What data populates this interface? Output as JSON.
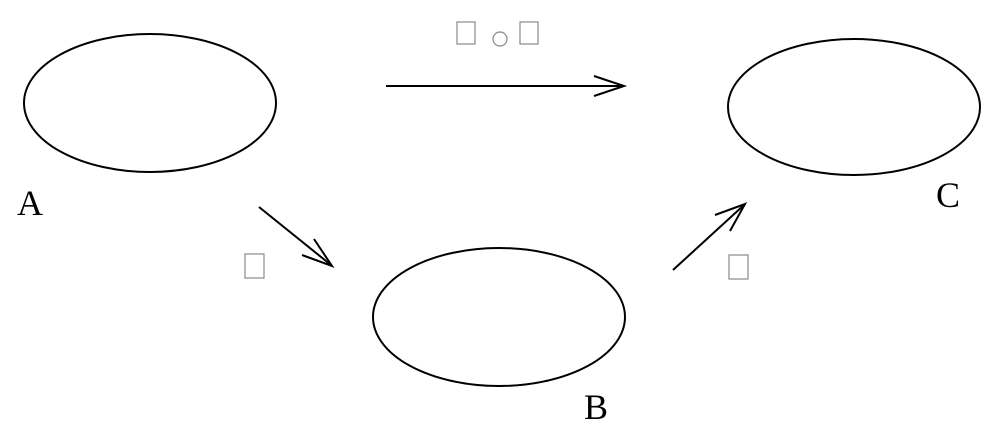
{
  "diagram": {
    "sets": [
      {
        "id": "A",
        "label": "A"
      },
      {
        "id": "B",
        "label": "B"
      },
      {
        "id": "C",
        "label": "C"
      }
    ],
    "arrows": [
      {
        "from": "A",
        "to": "C",
        "label_glyphs": [
          "box-glyph",
          "circle-glyph",
          "box-glyph"
        ]
      },
      {
        "from": "A",
        "to": "B",
        "label_glyphs": [
          "box-glyph"
        ]
      },
      {
        "from": "B",
        "to": "C",
        "label_glyphs": [
          "box-glyph"
        ]
      }
    ],
    "colors": {
      "stroke": "#000000",
      "glyph": "#8a8a8a",
      "background": "#ffffff"
    }
  }
}
